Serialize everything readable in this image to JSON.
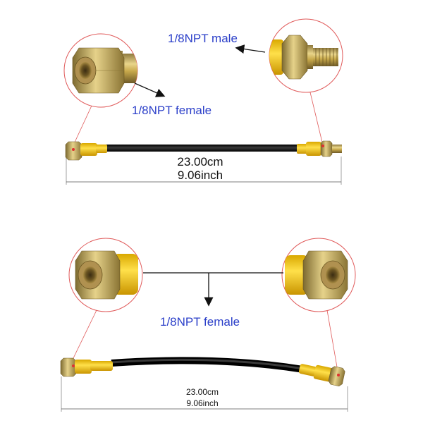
{
  "colors": {
    "label_blue": "#2b3fc9",
    "callout_red": "#e05a5a",
    "fitting_gold": "#c9a43a",
    "sleeve_yellow": "#f3c51a",
    "hose_black": "#141414",
    "dimension_gray": "#555555"
  },
  "top_assembly": {
    "male_label": "1/8NPT male",
    "female_label": "1/8NPT female",
    "length_cm": "23.00cm",
    "length_inch": "9.06inch"
  },
  "bottom_assembly": {
    "female_label": "1/8NPT female",
    "length_cm": "23.00cm",
    "length_inch": "9.06inch"
  }
}
